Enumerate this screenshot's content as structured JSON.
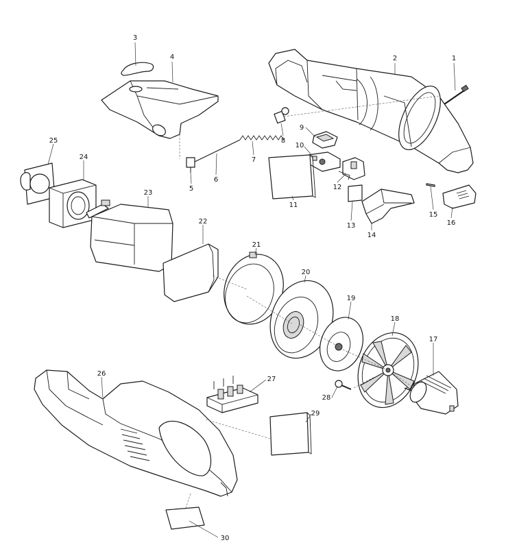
{
  "callouts": [
    {
      "id": "1",
      "label": "1"
    },
    {
      "id": "2",
      "label": "2"
    },
    {
      "id": "3",
      "label": "3"
    },
    {
      "id": "4",
      "label": "4"
    },
    {
      "id": "5",
      "label": "5"
    },
    {
      "id": "6",
      "label": "6"
    },
    {
      "id": "7",
      "label": "7"
    },
    {
      "id": "8",
      "label": "8"
    },
    {
      "id": "9",
      "label": "9"
    },
    {
      "id": "10",
      "label": "10"
    },
    {
      "id": "11",
      "label": "11"
    },
    {
      "id": "12",
      "label": "12"
    },
    {
      "id": "13",
      "label": "13"
    },
    {
      "id": "14",
      "label": "14"
    },
    {
      "id": "15",
      "label": "15"
    },
    {
      "id": "16",
      "label": "16"
    },
    {
      "id": "17",
      "label": "17"
    },
    {
      "id": "18",
      "label": "18"
    },
    {
      "id": "19",
      "label": "19"
    },
    {
      "id": "20",
      "label": "20"
    },
    {
      "id": "21",
      "label": "21"
    },
    {
      "id": "22",
      "label": "22"
    },
    {
      "id": "23",
      "label": "23"
    },
    {
      "id": "24",
      "label": "24"
    },
    {
      "id": "25",
      "label": "25"
    },
    {
      "id": "26",
      "label": "26"
    },
    {
      "id": "27",
      "label": "27"
    },
    {
      "id": "28",
      "label": "28"
    },
    {
      "id": "29",
      "label": "29"
    },
    {
      "id": "30",
      "label": "30"
    }
  ],
  "colors": {
    "line": "#1a1a1a",
    "shade": "#d9d9d9",
    "background": "#ffffff"
  }
}
